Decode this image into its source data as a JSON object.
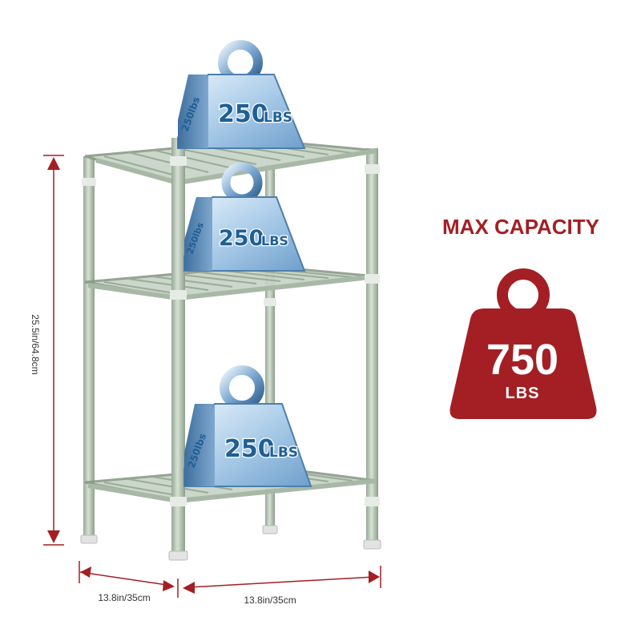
{
  "weights": [
    {
      "number": "250",
      "unit": "LBS"
    },
    {
      "number": "250",
      "unit": "LBS"
    },
    {
      "number": "250",
      "unit": "LBS"
    }
  ],
  "weight_side_label": "250lbs",
  "dimensions": {
    "height": "25.5in/64.8cm",
    "depth": "13.8in/35cm",
    "width": "13.8in/35cm"
  },
  "capacity": {
    "title": "MAX CAPACITY",
    "value": "750",
    "unit": "LBS"
  },
  "colors": {
    "accent": "#a31f24",
    "shelf_frame": "#b9c7b8",
    "shelf_shadow": "#8a9a88",
    "weight_blue": "#1f5f95",
    "weight_face": "#b7d6ef"
  }
}
